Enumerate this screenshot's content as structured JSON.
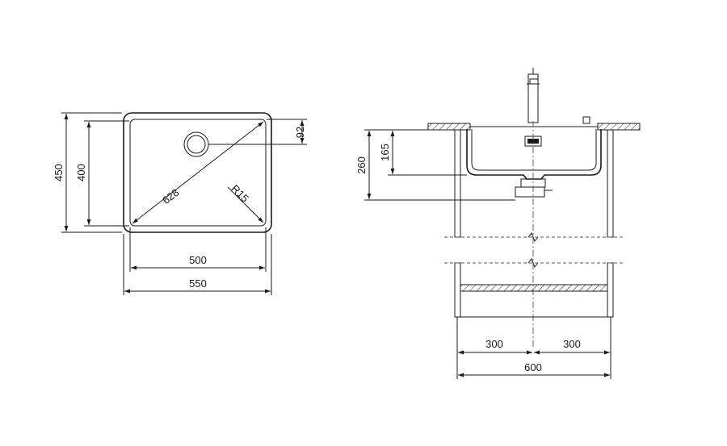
{
  "top_view": {
    "dim_450": "450",
    "dim_400": "400",
    "dim_92": "92",
    "dim_628": "628",
    "dim_r15": "R15",
    "dim_500": "500",
    "dim_550": "550"
  },
  "side_view": {
    "dim_260": "260",
    "dim_165": "165",
    "dim_300_left": "300",
    "dim_300_right": "300",
    "dim_600": "600"
  }
}
